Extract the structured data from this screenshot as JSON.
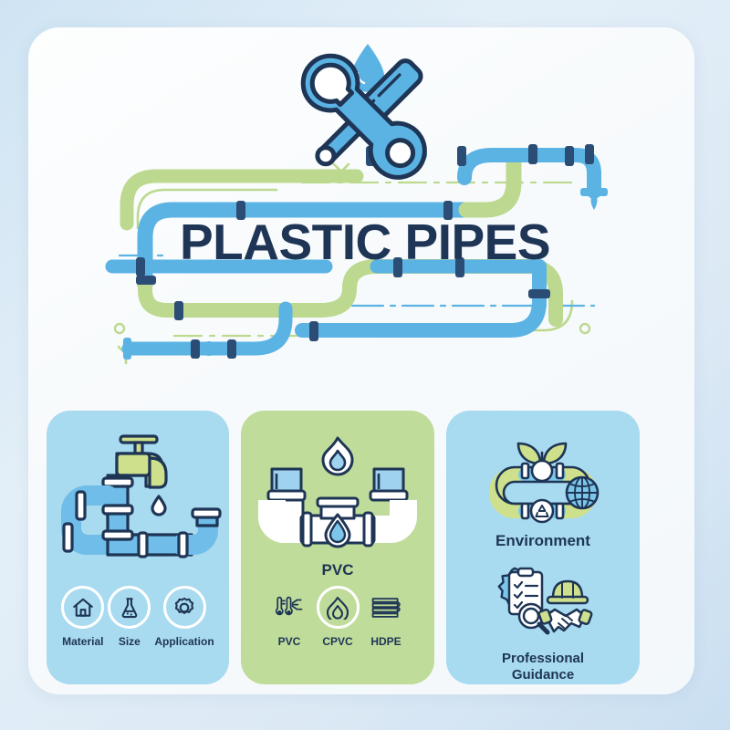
{
  "theme": {
    "background_gradient_from": "#cfe4f3",
    "background_gradient_to": "#c9dff1",
    "panel_bg": "#fbfdfe",
    "navy": "#1e3555",
    "pipe_blue": "#5bb3e4",
    "pipe_green": "#bcd98f",
    "card_blue": "#a8daf0",
    "card_green": "#bfdc9a",
    "accent_white": "#ffffff"
  },
  "header": {
    "tools_icon": "wrench-screwdriver-icon",
    "droplet_icon": "water-droplet-icon",
    "title": "PLASTIC PIPES"
  },
  "cards": [
    {
      "id": "material-card",
      "bg": "#a8daf0",
      "illustration": "faucet-pipe-assembly-illustration",
      "caption": "",
      "icons": [
        {
          "name": "home-icon",
          "label": "Material",
          "ring": true
        },
        {
          "name": "flask-icon",
          "label": "Size",
          "ring": true
        },
        {
          "name": "gear-icon",
          "label": "Application",
          "ring": true
        }
      ]
    },
    {
      "id": "pvc-card",
      "bg": "#bfdc9a",
      "illustration": "pvc-pipe-fitting-illustration",
      "caption": "PVC",
      "icons": [
        {
          "name": "thermometer-icon",
          "label": "PVC",
          "ring": false
        },
        {
          "name": "flame-icon",
          "label": "CPVC",
          "ring": true
        },
        {
          "name": "coiled-pipe-icon",
          "label": "HDPE",
          "ring": false
        }
      ]
    },
    {
      "id": "environment-card",
      "bg": "#a8daf0",
      "blocks": [
        {
          "icon": "eco-pipe-plant-globe-icon",
          "label": "Environment"
        },
        {
          "icon": "gear-clipboard-handshake-icon",
          "label": "Professional\nGuidance",
          "label_line1": "Professional",
          "label_line2": "Guidance"
        }
      ]
    }
  ]
}
